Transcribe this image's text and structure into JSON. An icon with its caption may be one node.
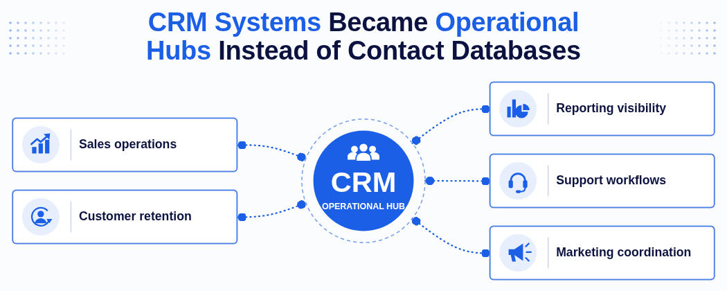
{
  "diagram": {
    "title": "CRM Systems Became Operational Hubs Instead of Contact Databases",
    "nodes": [
      {
        "text": [
          "Sales operations"
        ]
      },
      {
        "text": [
          "CRM",
          "OPERATIONAL HUB"
        ]
      },
      {
        "text": [
          "Reporting visibility"
        ]
      },
      {
        "text": [
          "Customer retention"
        ]
      },
      {
        "text": [
          "Support workflows"
        ]
      },
      {
        "text": [
          "Marketing coordination"
        ]
      }
    ],
    "edges": [
      {
        "from": 0,
        "to": 1,
        "arrow": "other",
        "style": "dashed"
      },
      {
        "from": 1,
        "to": 2,
        "arrow": "other",
        "style": "dashed"
      },
      {
        "from": 3,
        "to": 1,
        "arrow": "other",
        "style": "dashed"
      },
      {
        "from": 1,
        "to": 4,
        "arrow": "other",
        "style": "dashed"
      },
      {
        "from": 1,
        "to": 5,
        "arrow": "other",
        "style": "dashed"
      }
    ]
  }
}
